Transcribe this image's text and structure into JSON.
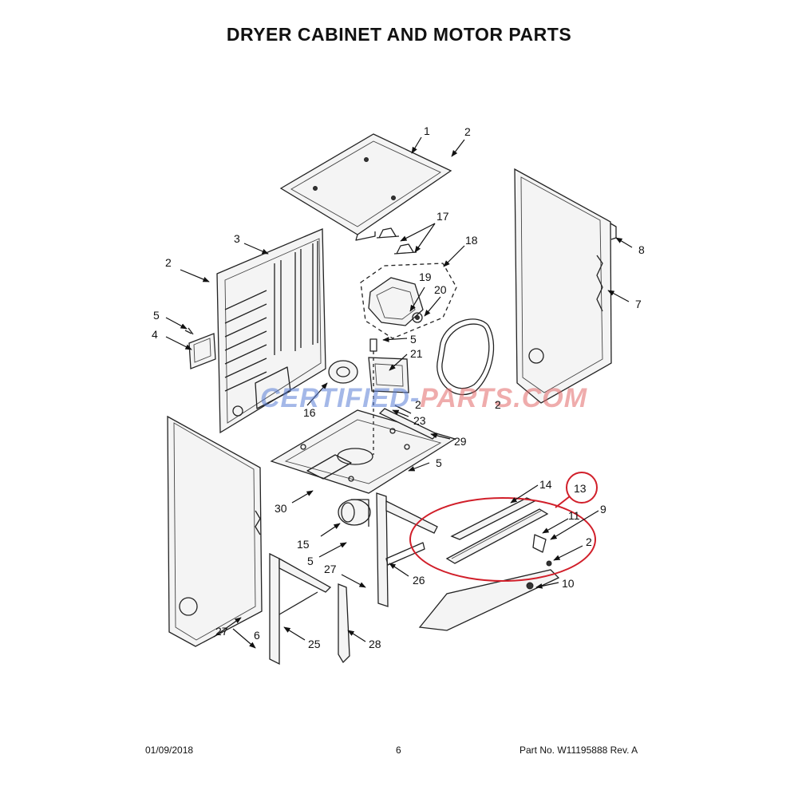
{
  "title": "DRYER CABINET AND MOTOR PARTS",
  "watermark": {
    "part1": "CERTIFIED-",
    "part2": "PARTS.COM",
    "color1": "#5a7fd6",
    "color2": "#e36a6a"
  },
  "highlight_color": "#d11f2a",
  "footer": {
    "date": "01/09/2018",
    "page": "6",
    "part_no": "Part No.  W11195888  Rev.  A"
  },
  "callouts": [
    {
      "id": "c1",
      "label": "1"
    },
    {
      "id": "c2a",
      "label": "2"
    },
    {
      "id": "c2b",
      "label": "2"
    },
    {
      "id": "c2c",
      "label": "2"
    },
    {
      "id": "c3",
      "label": "3"
    },
    {
      "id": "c4",
      "label": "4"
    },
    {
      "id": "c5a",
      "label": "5"
    },
    {
      "id": "c5b",
      "label": "5"
    },
    {
      "id": "c5c",
      "label": "5"
    },
    {
      "id": "c5d",
      "label": "5"
    },
    {
      "id": "c6",
      "label": "6"
    },
    {
      "id": "c7",
      "label": "7"
    },
    {
      "id": "c8",
      "label": "8"
    },
    {
      "id": "c9",
      "label": "9"
    },
    {
      "id": "c10",
      "label": "10"
    },
    {
      "id": "c11",
      "label": "11"
    },
    {
      "id": "c13",
      "label": "13"
    },
    {
      "id": "c14",
      "label": "14"
    },
    {
      "id": "c15",
      "label": "15"
    },
    {
      "id": "c16",
      "label": "16"
    },
    {
      "id": "c17",
      "label": "17"
    },
    {
      "id": "c18",
      "label": "18"
    },
    {
      "id": "c19",
      "label": "19"
    },
    {
      "id": "c20",
      "label": "20"
    },
    {
      "id": "c21",
      "label": "21"
    },
    {
      "id": "c22a",
      "label": "2"
    },
    {
      "id": "c22b",
      "label": "2"
    },
    {
      "id": "c23",
      "label": "23"
    },
    {
      "id": "c25",
      "label": "25"
    },
    {
      "id": "c26",
      "label": "26"
    },
    {
      "id": "c27a",
      "label": "27"
    },
    {
      "id": "c27b",
      "label": "27"
    },
    {
      "id": "c28",
      "label": "28"
    },
    {
      "id": "c29",
      "label": "29"
    },
    {
      "id": "c30",
      "label": "30"
    }
  ]
}
